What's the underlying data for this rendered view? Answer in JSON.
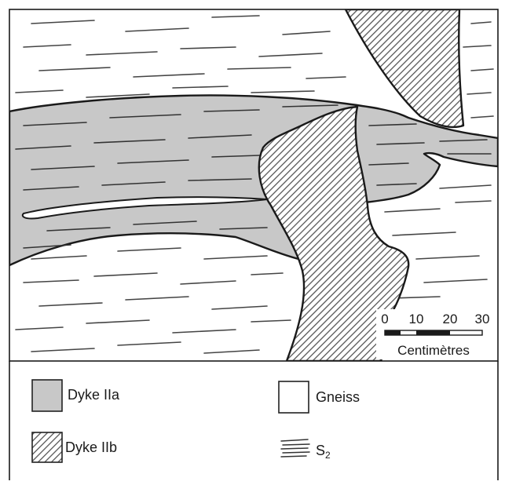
{
  "scale": {
    "ticks": [
      "0",
      "10",
      "20",
      "30"
    ],
    "unit": "Centimètres"
  },
  "legend": {
    "dyke_2a": "Dyke IIa",
    "dyke_2b": "Dyke IIb",
    "gneiss": "Gneiss",
    "s2": "S",
    "s2_sub": "2"
  },
  "colors": {
    "dyke_2a_fill": "#c8c8c8",
    "dyke_2b_hatch": "#555555",
    "outline": "#1a1a1a"
  }
}
